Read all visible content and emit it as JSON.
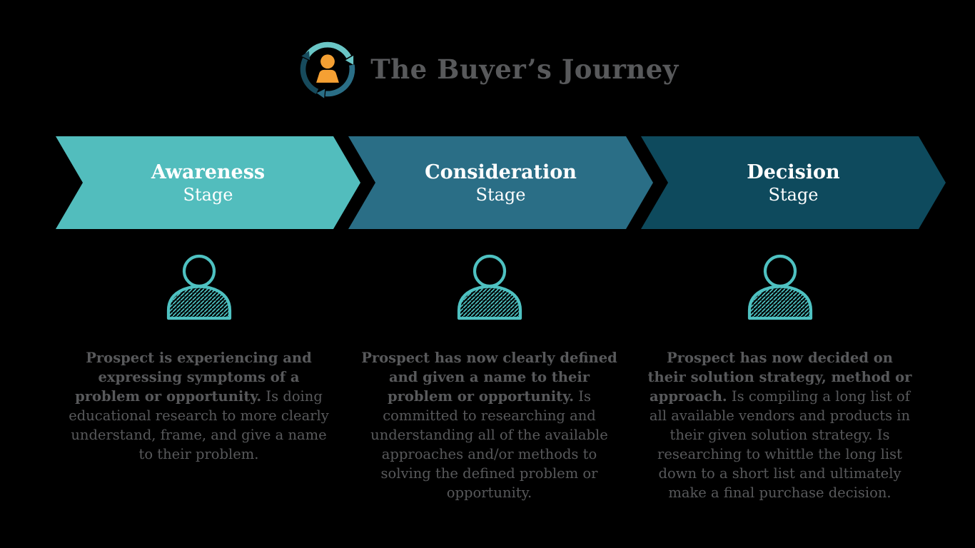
{
  "colors": {
    "bg": "#000000",
    "title-gray": "#58595B",
    "body-gray": "#58595B",
    "stage1-teal": "#52BDBD",
    "stage2-blue": "#2A6E86",
    "stage3-dark": "#0E4A5D",
    "icon-teal": "#4EC1C1",
    "logo-orange": "#F5A033",
    "arc-light": "#6AC6C6",
    "arc-mid": "#2A6E86",
    "arc-dark": "#174A5C",
    "stage-text": "#FFFFFF"
  },
  "header": {
    "title": "The Buyer’s Journey",
    "logo_icon": "circular-arrows-person-icon"
  },
  "stages": [
    {
      "label": "Awareness",
      "sublabel": "Stage",
      "icon": "person-icon",
      "description_bold": "Prospect is experiencing and expressing symptoms of a problem or opportunity.",
      "description_regular": "Is doing educational research to more clearly understand, frame, and give a name to their problem."
    },
    {
      "label": "Consideration",
      "sublabel": "Stage",
      "icon": "person-icon",
      "description_bold": "Prospect has now clearly defined and given a name to their problem or opportunity.",
      "description_regular": "Is committed to researching and understanding all of the available approaches and/or methods to solving the defined problem or opportunity."
    },
    {
      "label": "Decision",
      "sublabel": "Stage",
      "icon": "person-icon",
      "description_bold": "Prospect has now decided on their solution strategy, method or approach.",
      "description_regular": "Is compiling a long list of all available vendors and products in their given solution strategy. Is researching to whittle the long list down to a short list and ultimately make a final purchase decision."
    }
  ]
}
